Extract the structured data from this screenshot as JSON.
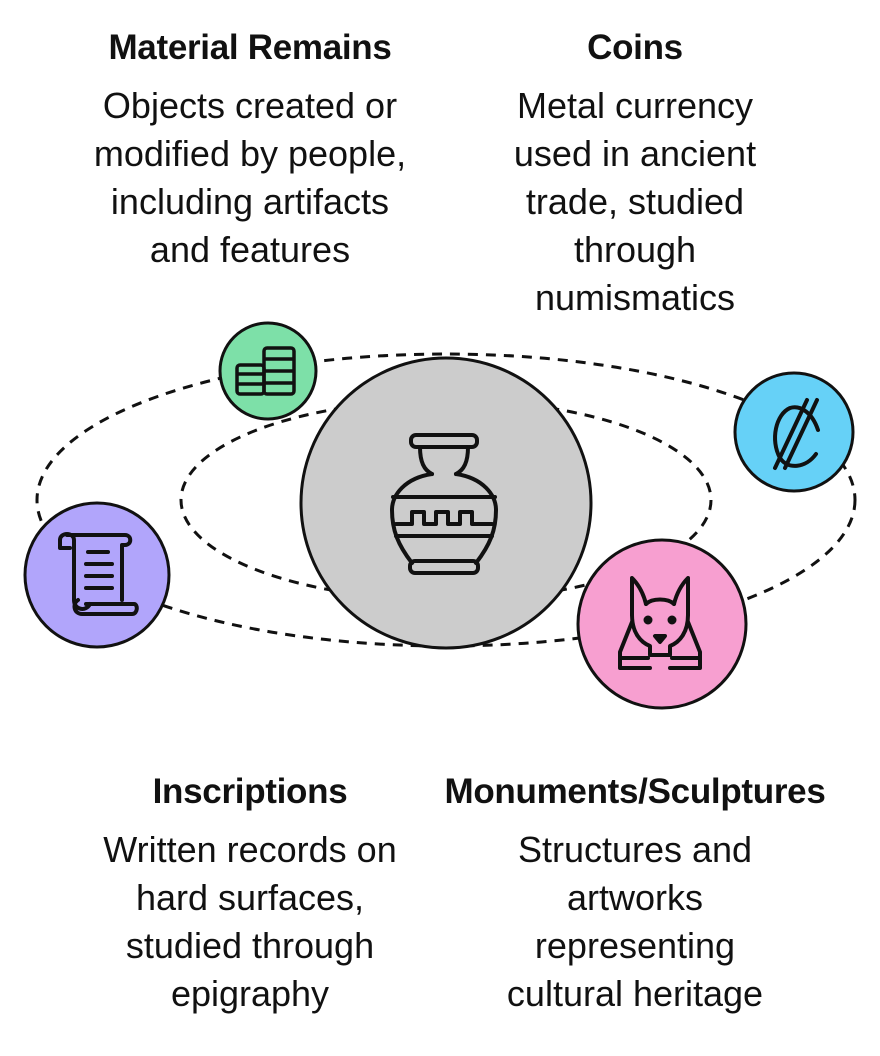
{
  "center": {
    "icon": "amphora-icon",
    "color": "#cccccc"
  },
  "nodes": [
    {
      "id": "material-remains",
      "icon": "stacked-coins-icon",
      "color": "#7de0a8"
    },
    {
      "id": "coins",
      "icon": "currency-symbol-icon",
      "color": "#66d1f7"
    },
    {
      "id": "inscriptions",
      "icon": "scroll-icon",
      "color": "#b1a5fb"
    },
    {
      "id": "monuments",
      "icon": "anubis-icon",
      "color": "#f79fd0"
    }
  ],
  "labels": {
    "material": {
      "title": "Material Remains",
      "desc": "Objects created or modified by people, including artifacts and features"
    },
    "coins": {
      "title": "Coins",
      "desc": "Metal currency used in ancient trade, studied through numismatics"
    },
    "inscriptions": {
      "title": "Inscriptions",
      "desc": "Written records on hard surfaces, studied through epigraphy"
    },
    "monuments": {
      "title": "Monuments/Sculptures",
      "desc": "Structures and artworks representing cultural heritage"
    }
  }
}
